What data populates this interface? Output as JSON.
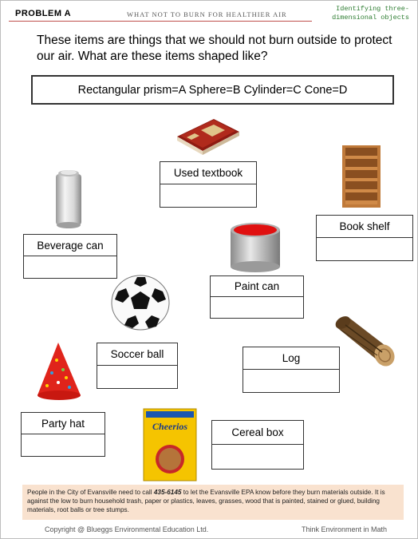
{
  "header": {
    "title": "PROBLEM A",
    "subtitle": "WHAT NOT TO BURN FOR HEALTHIER AIR",
    "note_line1": "Identifying three-",
    "note_line2": "dimensional objects"
  },
  "intro": "These items are things that we should not burn outside to protect our air.   What are these items shaped like?",
  "legend": "Rectangular prism=A  Sphere=B  Cylinder=C  Cone=D",
  "items": {
    "textbook": "Used textbook",
    "bookshelf": "Book shelf",
    "beverage_can": "Beverage can",
    "paint_can": "Paint can",
    "soccer_ball": "Soccer ball",
    "log": "Log",
    "party_hat": "Party hat",
    "cereal_box": "Cereal box",
    "cereal_brand": "Cheerios"
  },
  "footer": {
    "text_before": "People in the City of Evansville need to call ",
    "phone": "435-6145",
    "text_after": " to let the Evansville EPA know before they burn materials outside.  It is against the low to burn household  trash, paper or plastics, leaves, grasses,  wood that is painted, stained or glued, building materials, root balls or tree stumps.",
    "copyright": "Copyright @ Blueggs Environmental Education Ltd.",
    "tagline": "Think Environment in Math"
  },
  "colors": {
    "header_rule": "#c0504d",
    "note_green": "#2e7d32",
    "footer_bg": "#f9e2cf"
  }
}
